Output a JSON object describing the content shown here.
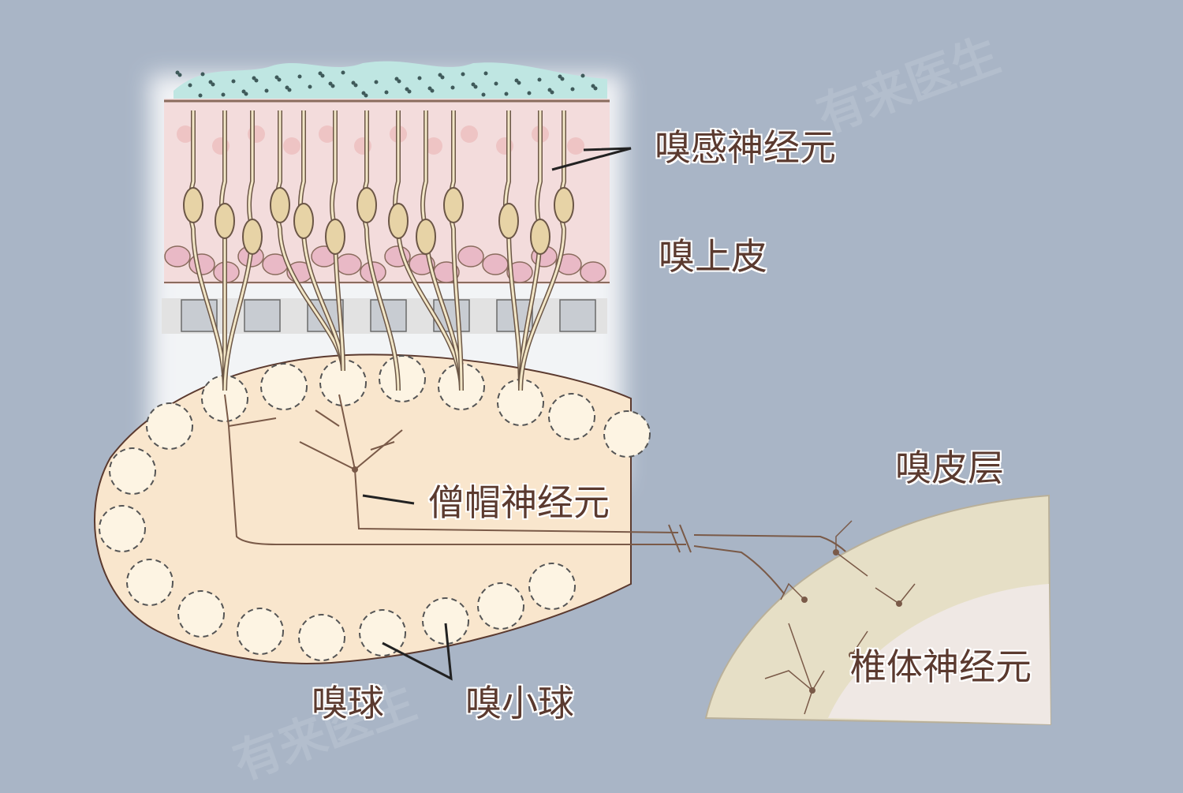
{
  "labels": {
    "olfactory_sensory_neuron": "嗅感神经元",
    "olfactory_epithelium": "嗅上皮",
    "mitral_cell": "僧帽神经元",
    "olfactory_cortex": "嗅皮层",
    "pyramidal_neuron": "椎体神经元",
    "olfactory_bulb": "嗅球",
    "glomerulus": "嗅小球"
  },
  "watermark": "有来医生",
  "colors": {
    "background": "#a9b5c6",
    "bulb": "#f9e6cd",
    "epithelium": "#f3dcdc",
    "cortex": "#e6dfc6",
    "neuron": "#7a5a48",
    "label": "#5b3a2f"
  }
}
